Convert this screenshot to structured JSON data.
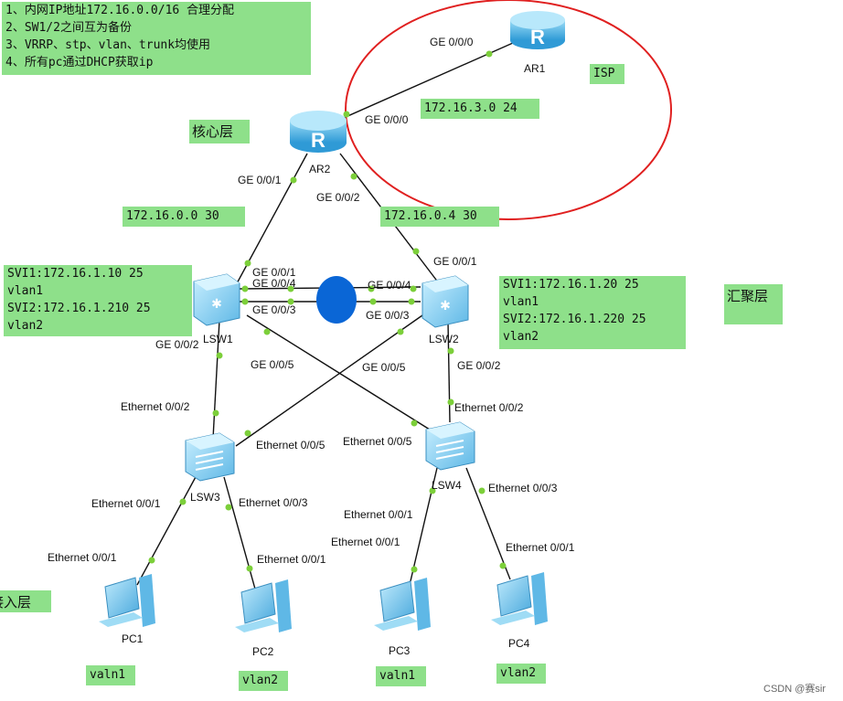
{
  "notes": {
    "requirements": "1、内网IP地址172.16.0.0/16 合理分配\n2、SW1/2之间互为备份\n3、VRRP、stp、vlan、trunk均使用\n4、所有pc通过DHCP获取ip",
    "isp_net": "172.16.3.0 24",
    "isp": "ISP",
    "net_left": "172.16.0.0 30",
    "net_right": "172.16.0.4 30",
    "lsw1_svi": "SVI1:172.16.1.10 25\nvlan1\nSVI2:172.16.1.210 25\nvlan2",
    "lsw2_svi": "SVI1:172.16.1.20 25\nvlan1\nSVI2:172.16.1.220 25\nvlan2"
  },
  "layers": {
    "core": "核心层",
    "aggregation": "汇聚层",
    "access": "接入层"
  },
  "devices": {
    "ar1": "AR1",
    "ar2": "AR2",
    "lsw1": "LSW1",
    "lsw2": "LSW2",
    "lsw3": "LSW3",
    "lsw4": "LSW4",
    "pc1": "PC1",
    "pc2": "PC2",
    "pc3": "PC3",
    "pc4": "PC4"
  },
  "ports": {
    "ar1_g000": "GE 0/0/0",
    "ar2_g000": "GE 0/0/0",
    "ar2_g001": "GE 0/0/1",
    "ar2_g002": "GE 0/0/2",
    "lsw1_g001": "GE 0/0/1",
    "lsw1_g004": "GE 0/0/4",
    "lsw1_g003": "GE 0/0/3",
    "lsw1_g002": "GE 0/0/2",
    "lsw1_g005": "GE 0/0/5",
    "lsw2_g001": "GE 0/0/1",
    "lsw2_g004": "GE 0/0/4",
    "lsw2_g003": "GE 0/0/3",
    "lsw2_g002": "GE 0/0/2",
    "lsw2_g005": "GE 0/0/5",
    "lsw3_e002": "Ethernet 0/0/2",
    "lsw3_e005": "Ethernet 0/0/5",
    "lsw3_e001": "Ethernet 0/0/1",
    "lsw3_e003": "Ethernet 0/0/3",
    "lsw4_e002": "Ethernet 0/0/2",
    "lsw4_e005": "Ethernet 0/0/5",
    "lsw4_e001": "Ethernet 0/0/1",
    "lsw4_e003": "Ethernet 0/0/3",
    "pc1_e001": "Ethernet 0/0/1",
    "pc2_e001": "Ethernet 0/0/1",
    "pc3_e001": "Ethernet 0/0/1",
    "pc4_e001": "Ethernet 0/0/1"
  },
  "vlans": {
    "pc1": "valn1",
    "pc2": "vlan2",
    "pc3": "valn1",
    "pc4": "vlan2"
  },
  "watermark": "CSDN @赛sir",
  "colors": {
    "label_bg": "#8ee08a",
    "isp_circle": "#e02020",
    "port_dot": "#7ccf3a",
    "device": "#57b7e8",
    "eth_trunk": "#0a66d6"
  }
}
